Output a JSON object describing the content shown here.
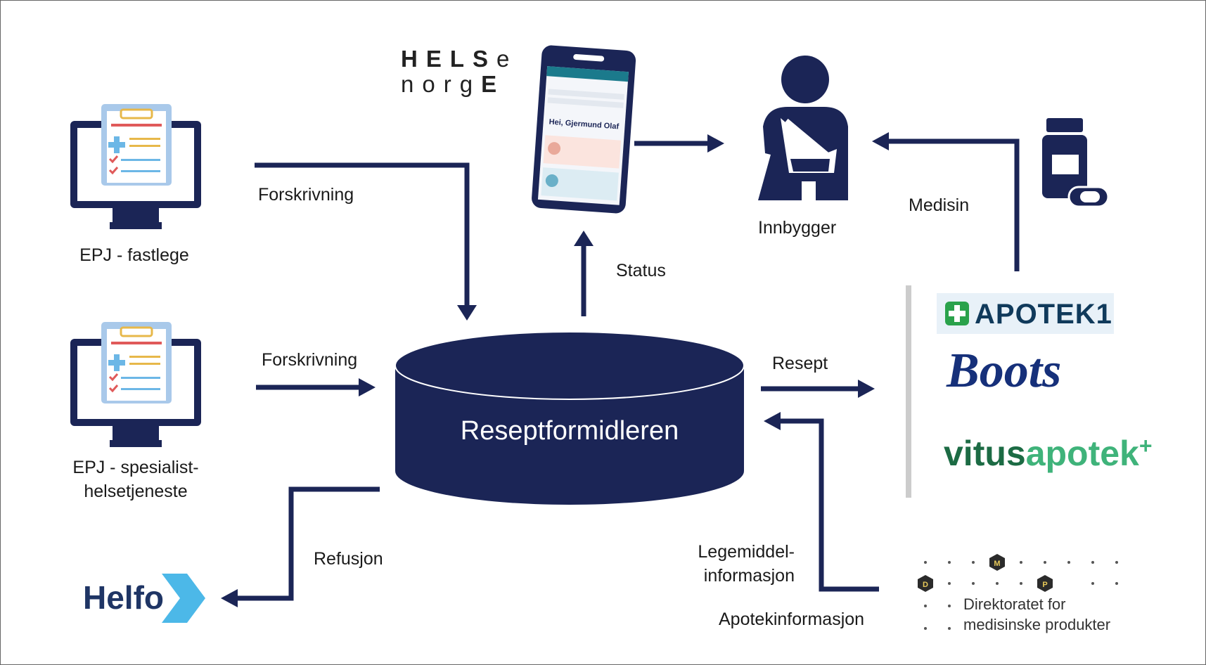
{
  "colors": {
    "navy": "#1b2556",
    "arrow": "#1b2556",
    "divider": "#cccccc",
    "apotek1_green": "#2aa24b",
    "helfo_blue": "#1f3565",
    "helfo_chevron": "#4cb8e8",
    "vitus_dark": "#1c6b44",
    "vitus_light": "#3fb37a",
    "boots_blue": "#16307a"
  },
  "nodes": {
    "epj_fastlege": "EPJ - fastlege",
    "epj_spesialist_line1": "EPJ - spesialist-",
    "epj_spesialist_line2": "helsetjeneste",
    "reseptformidleren": "Reseptformidleren",
    "innbygger": "Innbygger",
    "helfo": "Helfo",
    "dmp_line1": "Direktoratet for",
    "dmp_line2": "medisinske produkter"
  },
  "edges": {
    "forskrivning_1": "Forskrivning",
    "forskrivning_2": "Forskrivning",
    "status": "Status",
    "medisin": "Medisin",
    "resept": "Resept",
    "refusjon": "Refusjon",
    "legemiddel_line1": "Legemiddel-",
    "legemiddel_line2": "informasjon",
    "apotekinformasjon": "Apotekinformasjon"
  },
  "helsenorge": {
    "row1": "HELSe",
    "row2": "norgE"
  },
  "phone": {
    "greeting": "Hei, Gjermund Olaf"
  },
  "pharmacies": {
    "apotek1": "APOTEK1",
    "boots": "Boots",
    "vitus_a": "vitus",
    "vitus_b": "apotek",
    "vitus_plus": "+"
  },
  "dmp_badges": [
    "M",
    "D",
    "P"
  ],
  "icons": [
    "computer-clipboard-icon",
    "phone-icon",
    "person-icon",
    "medicine-bottle-icon",
    "database-icon"
  ]
}
